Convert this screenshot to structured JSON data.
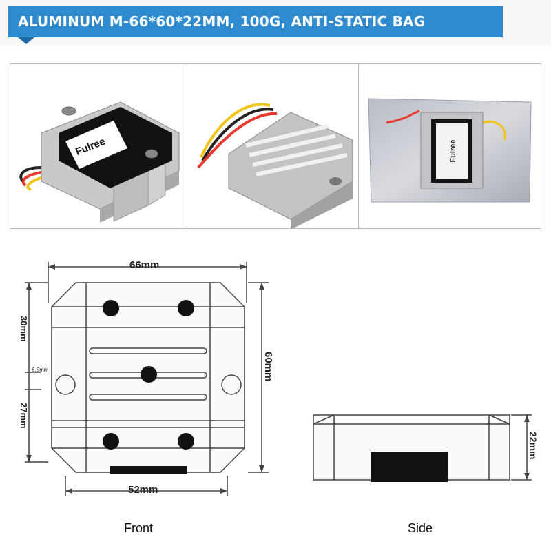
{
  "banner": {
    "title": "ALUMINUM M-66*60*22MM, 100G, ANTI-STATIC BAG"
  },
  "photos": {
    "brand_label": "Fulree"
  },
  "dimensions": {
    "width_top": "66mm",
    "width_bottom": "52mm",
    "height_total": "60mm",
    "upper_offset": "30mm",
    "lower_offset": "27mm",
    "hole_diameter": "6.5mm",
    "side_height": "22mm"
  },
  "captions": {
    "front": "Front",
    "side": "Side"
  },
  "colors": {
    "banner": "#2e8bd0",
    "line": "#444444"
  }
}
